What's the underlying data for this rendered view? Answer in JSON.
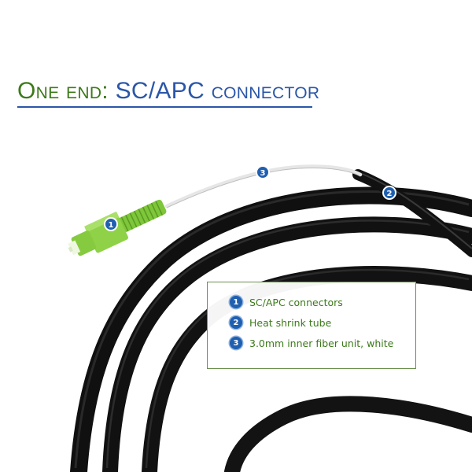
{
  "title": {
    "part1": "One end:",
    "part2": "SC/APC connector"
  },
  "markers": [
    "1",
    "2",
    "3"
  ],
  "legend": {
    "items": [
      {
        "num": "1",
        "text": "SC/APC connectors"
      },
      {
        "num": "2",
        "text": "Heat shrink tube"
      },
      {
        "num": "3",
        "text": "3.0mm inner fiber unit, white"
      }
    ]
  },
  "colors": {
    "title_green": "#3c7a1a",
    "title_blue": "#2a56a8",
    "badge_blue": "#1f5fb0",
    "connector_green": "#7ec63a",
    "cable_black": "#141414"
  }
}
